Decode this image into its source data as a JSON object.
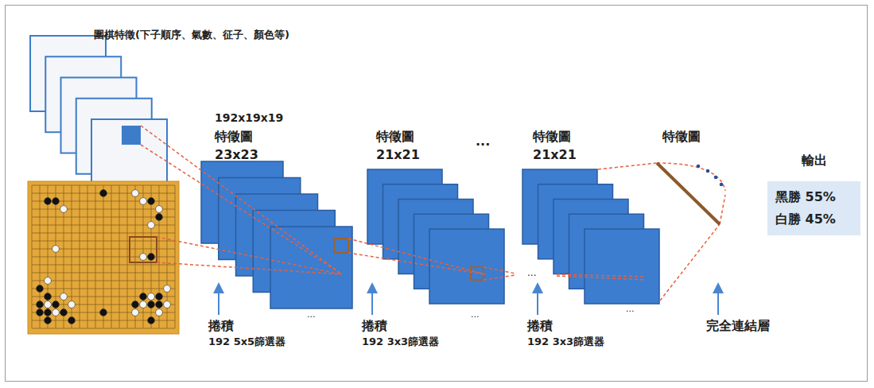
{
  "diagram": {
    "nodes": [
      {
        "text": [
          "輸出",
          "黑勝 55%",
          "白勝 45%"
        ]
      }
    ],
    "labels": [
      "圍棋特徵(下子順序、氣數、征子、顏色等)",
      "192x19x19",
      "特徵圖",
      "23x23",
      "特徵圖",
      "21x21",
      "...",
      "特徵圖",
      "21x21",
      "特徵圖",
      "捲積",
      "192 5x5篩選器",
      "捲積",
      "192 3x3篩選器",
      "捲積",
      "192 3x3篩選器",
      "完全連結層",
      "...",
      "...",
      "...",
      "..."
    ]
  }
}
